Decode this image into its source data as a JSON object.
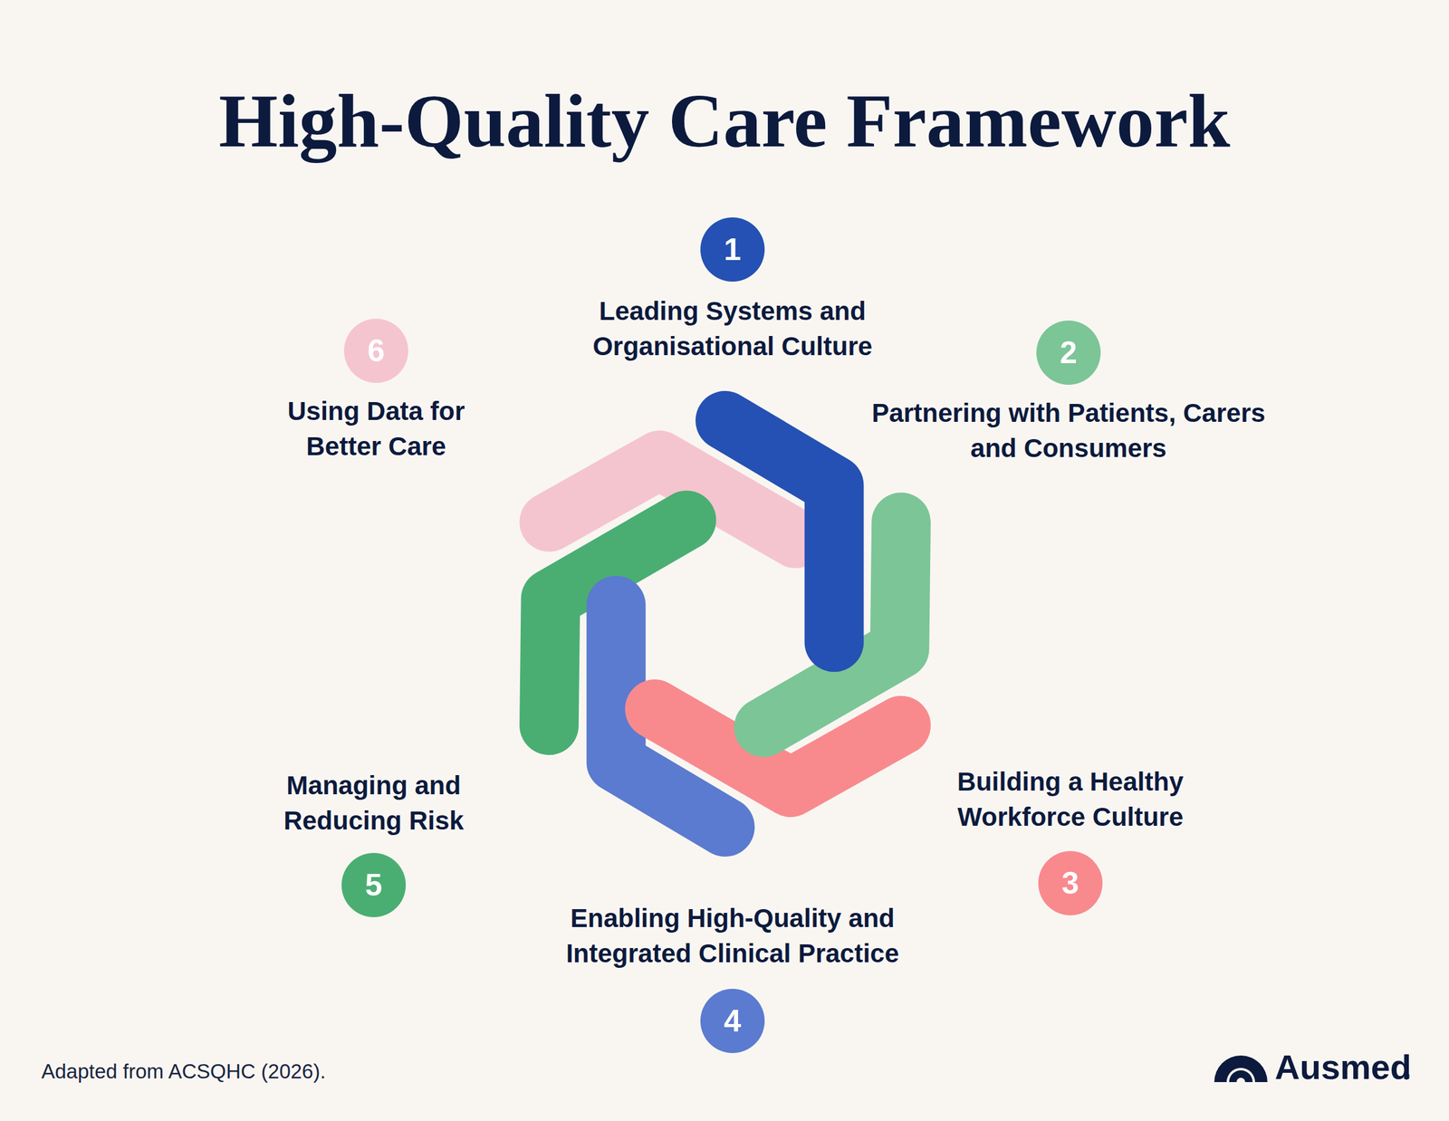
{
  "diagram": {
    "title": "High-Quality Care Framework",
    "caption": "Adapted from ACSQHC (2026).",
    "nodes": [
      {
        "text": [
          "1",
          "Leading Systems and Organisational Culture"
        ]
      },
      {
        "text": [
          "2",
          "Partnering with Patients, Carers and Consumers"
        ]
      },
      {
        "text": [
          "3",
          "Building a Healthy Workforce Culture"
        ]
      },
      {
        "text": [
          "4",
          "Enabling High-Quality and Integrated Clinical Practice"
        ]
      },
      {
        "text": [
          "5",
          "Managing and Reducing Risk"
        ]
      },
      {
        "text": [
          "6",
          "Using Data for Better Care"
        ]
      }
    ],
    "labels": [
      "Ausmed",
      "®"
    ]
  }
}
